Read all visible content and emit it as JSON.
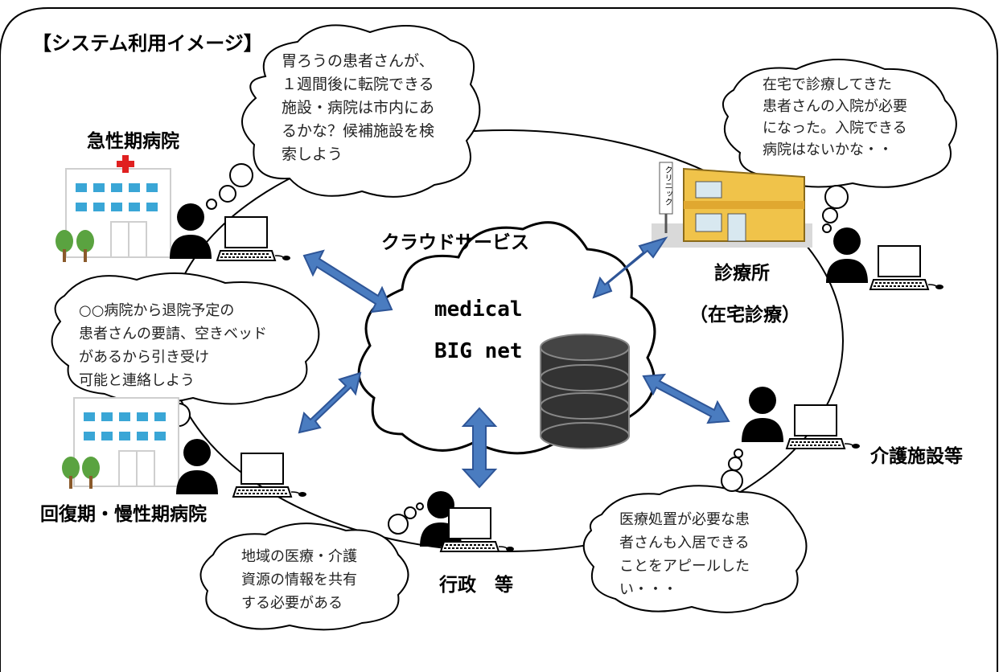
{
  "title": "【システム利用イメージ】",
  "cloud": {
    "label": "クラウドサービス",
    "name_line1": "medical",
    "name_line2": "BIG net"
  },
  "nodes": {
    "acute_hospital": "急性期病院",
    "recovery_hospital": "回復期・慢性期病院",
    "clinic": "診療所",
    "clinic_sub": "（在宅診療）",
    "care_facility": "介護施設等",
    "government": "行政　等",
    "clinic_sign": "クリニック"
  },
  "bubbles": {
    "acute": [
      "胃ろうの患者さんが、",
      "１週間後に転院できる",
      "施設・病院は市内にあ",
      "るかな？候補施設を検",
      "索しよう"
    ],
    "recovery": [
      "○○病院から退院予定の",
      "患者さんの要請、空きベッド",
      "があるから引き受け",
      "可能と連絡しよう"
    ],
    "clinic": [
      "在宅で診療してきた",
      "患者さんの入院が必要",
      "になった。入院できる",
      "病院はないかな・・"
    ],
    "government": [
      "地域の医療・介護",
      "資源の情報を共有",
      "する必要がある"
    ],
    "care": [
      "医療処置が必要な患",
      "者さんも入居できる",
      "ことをアピールした",
      "い・・・"
    ]
  },
  "colors": {
    "arrow": "#4a7cc0",
    "arrow_stroke": "#2e5597",
    "cross": "#e02020",
    "building_window": "#3aa6d6",
    "tree": "#5aa340",
    "clinic_wall": "#f0c34a"
  }
}
